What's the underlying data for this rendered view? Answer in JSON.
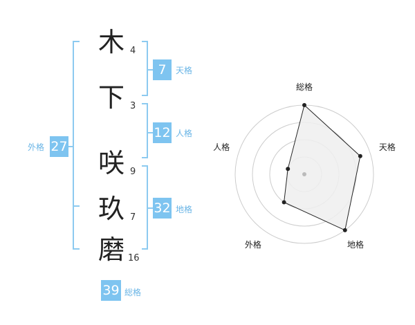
{
  "name": {
    "chars": [
      {
        "char": "木",
        "strokes": "4"
      },
      {
        "char": "下",
        "strokes": "3"
      },
      {
        "char": "咲",
        "strokes": "9"
      },
      {
        "char": "玖",
        "strokes": "7"
      },
      {
        "char": "磨",
        "strokes": "16"
      }
    ]
  },
  "kakusu": {
    "tenkaku": {
      "value": "7",
      "label": "天格"
    },
    "jinkaku": {
      "value": "12",
      "label": "人格"
    },
    "chikaku": {
      "value": "32",
      "label": "地格"
    },
    "gaikaku": {
      "value": "27",
      "label": "外格"
    },
    "soukaku": {
      "value": "39",
      "label": "総格"
    }
  },
  "radar": {
    "axes": [
      "総格",
      "天格",
      "地格",
      "外格",
      "人格"
    ],
    "levels": 4,
    "values": [
      4,
      3.4,
      4,
      2,
      1
    ]
  },
  "colors": {
    "accent": "#7ec4f0",
    "label": "#6ab5e6",
    "bracket": "#8ccaf0",
    "ring": "#cccccc",
    "fill": "#eeeeee",
    "line": "#222222",
    "center": "#bbbbbb"
  }
}
